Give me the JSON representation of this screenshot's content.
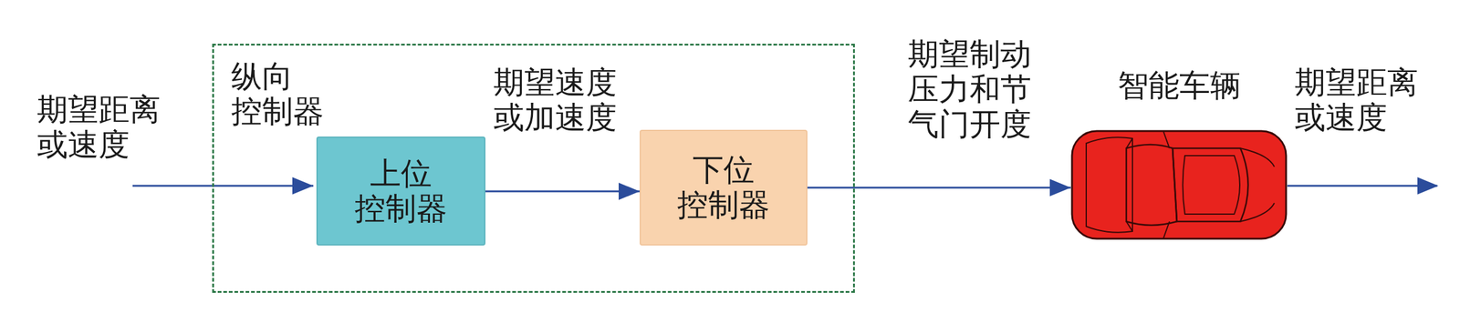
{
  "diagram": {
    "nodes": [
      {
        "text": [
          "纵向 控制器"
        ]
      },
      {
        "text": [
          "上位 控制器"
        ],
        "in": 0
      },
      {
        "text": [
          "下位 控制器"
        ],
        "in": 0
      },
      {
        "text": [
          "智能车辆"
        ]
      }
    ],
    "edges": [
      {
        "from": 1,
        "to": 2,
        "label": "期望速度 或加速度",
        "arrow": "to"
      },
      {
        "from": 2,
        "to": 3,
        "label": "期望制动 压力和节 气门开度",
        "arrow": "to"
      }
    ],
    "labels": [
      "期望距离 或速度",
      "期望距离 或速度"
    ]
  }
}
